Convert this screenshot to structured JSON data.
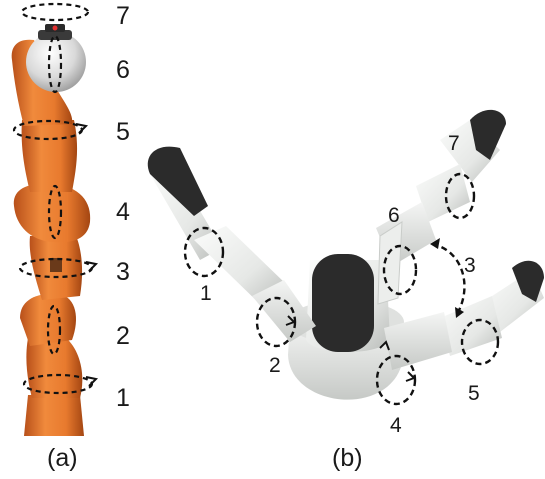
{
  "panel_a": {
    "caption": "(a)",
    "joint_labels": [
      "1",
      "2",
      "3",
      "4",
      "5",
      "6",
      "7"
    ],
    "link_color": "#e87a2e",
    "head_color": "#d9d9d9"
  },
  "panel_b": {
    "caption": "(b)",
    "joint_labels": [
      "1",
      "2",
      "3",
      "4",
      "5",
      "6",
      "7"
    ],
    "body_color": "#e6e8e6",
    "fingertip_color": "#2b2b2b"
  },
  "colors": {
    "axis_marker": "#111111",
    "background": "#ffffff"
  }
}
